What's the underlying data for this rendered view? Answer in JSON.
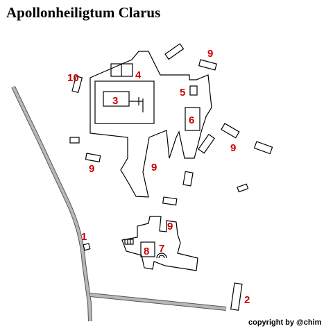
{
  "map": {
    "title": "Apollonheiligtum Clarus",
    "copyright": "copyright by @chim",
    "label_color": "#cc0000",
    "labels": {
      "l1": "1",
      "l2": "2",
      "l3": "3",
      "l4": "4",
      "l5": "5",
      "l6": "6",
      "l7": "7",
      "l8": "8",
      "l9a": "9",
      "l9b": "9",
      "l9c": "9",
      "l9d": "9",
      "l9e": "9",
      "l10": "10"
    }
  }
}
